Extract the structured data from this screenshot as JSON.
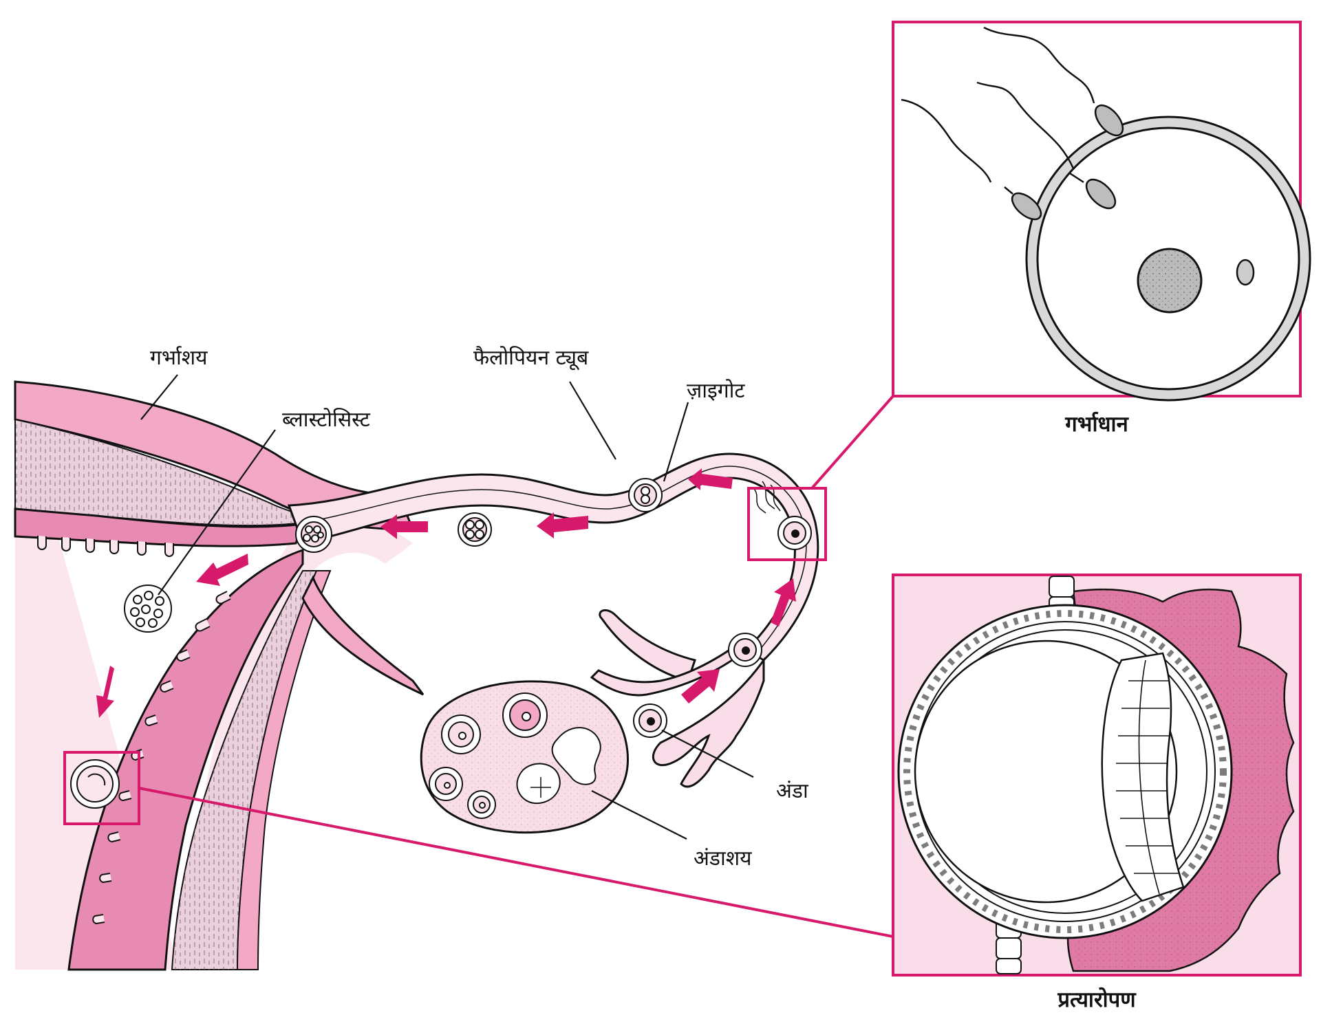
{
  "labels": {
    "uterus": "गर्भाशय",
    "blastocyst": "ब्लास्टोसिस्ट",
    "fallopian_tube": "फैलोपियन ट्यूब",
    "zygote": "ज़ाइगोट",
    "egg": "अंडा",
    "ovary": "अंडाशय"
  },
  "insets": {
    "fertilization": {
      "caption": "गर्भाधान"
    },
    "implantation": {
      "caption": "प्रत्यारोपण"
    }
  },
  "colors": {
    "pink_light": "#f9dde8",
    "pink_mid": "#f3a9c6",
    "pink_dark": "#e07aa5",
    "magenta": "#d6196b",
    "outline": "#111111"
  }
}
